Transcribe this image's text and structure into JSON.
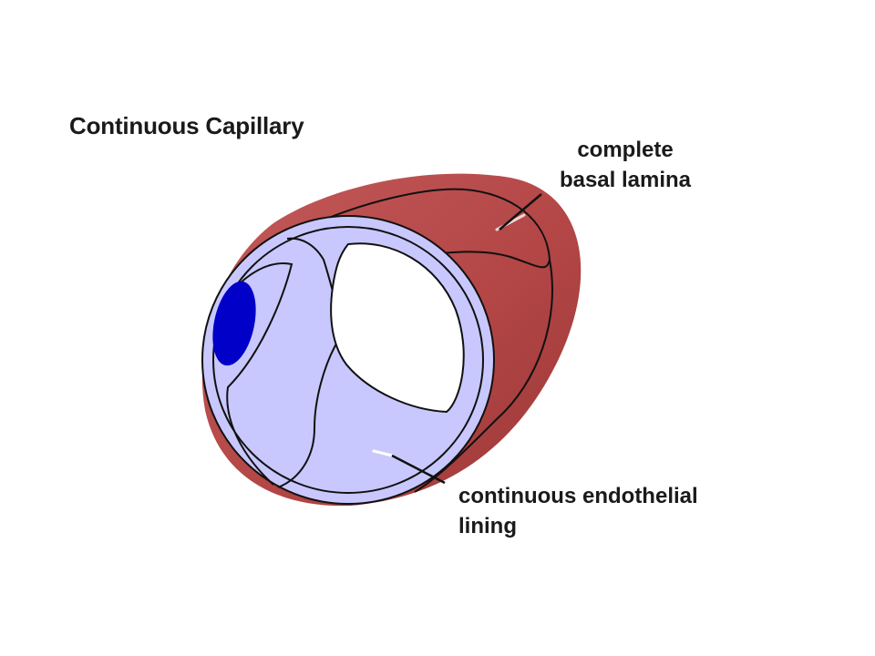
{
  "title": "Continuous Capillary",
  "labels": {
    "basal_lamina": {
      "line1": "complete",
      "line2": "basal lamina"
    },
    "endothelial_lining": {
      "line1": "continuous endothelial",
      "line2": "lining"
    }
  },
  "colors": {
    "basal_lamina": "#b84b4b",
    "basal_lamina_dark": "#8f2f2f",
    "endothelium": "#c8c8ff",
    "nucleus": "#0000c8",
    "lumen": "#ffffff",
    "outline": "#111111"
  }
}
